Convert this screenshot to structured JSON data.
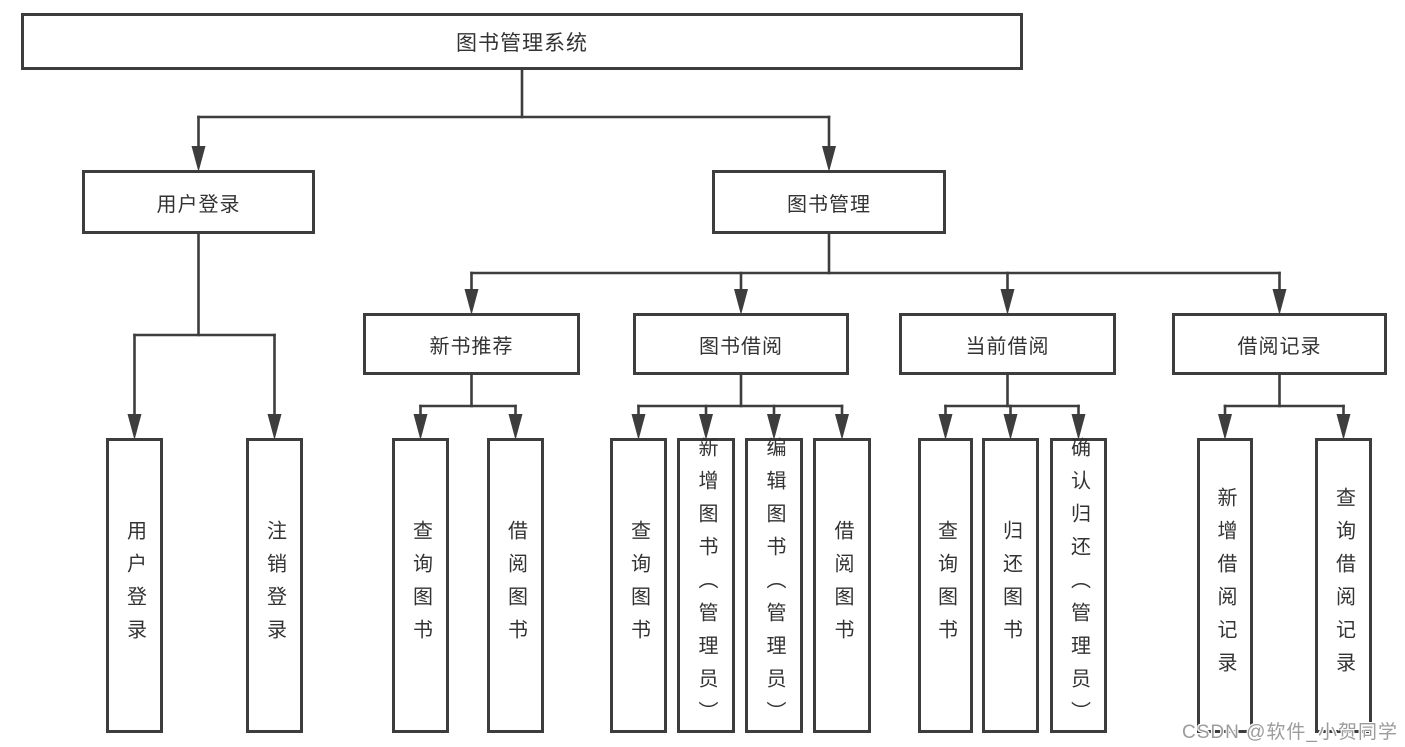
{
  "diagram": {
    "type": "tree",
    "nodes": [
      {
        "id": "root",
        "label": "图书管理系统",
        "parent": null,
        "orientation": "horizontal"
      },
      {
        "id": "user-login",
        "label": "用户登录",
        "parent": "root",
        "orientation": "horizontal"
      },
      {
        "id": "book-mgmt",
        "label": "图书管理",
        "parent": "root",
        "orientation": "horizontal"
      },
      {
        "id": "new-book-rec",
        "label": "新书推荐",
        "parent": "book-mgmt",
        "orientation": "horizontal"
      },
      {
        "id": "book-borrow",
        "label": "图书借阅",
        "parent": "book-mgmt",
        "orientation": "horizontal"
      },
      {
        "id": "current-borrow",
        "label": "当前借阅",
        "parent": "book-mgmt",
        "orientation": "horizontal"
      },
      {
        "id": "borrow-records",
        "label": "借阅记录",
        "parent": "book-mgmt",
        "orientation": "horizontal"
      },
      {
        "id": "leaf-user-login",
        "label": "用户登录",
        "parent": "user-login",
        "orientation": "vertical"
      },
      {
        "id": "leaf-logout",
        "label": "注销登录",
        "parent": "user-login",
        "orientation": "vertical"
      },
      {
        "id": "leaf-query-book-1",
        "label": "查询图书",
        "parent": "new-book-rec",
        "orientation": "vertical"
      },
      {
        "id": "leaf-borrow-book-1",
        "label": "借阅图书",
        "parent": "new-book-rec",
        "orientation": "vertical"
      },
      {
        "id": "leaf-query-book-2",
        "label": "查询图书",
        "parent": "book-borrow",
        "orientation": "vertical"
      },
      {
        "id": "leaf-add-book",
        "label": "新增图书（管理员）",
        "parent": "book-borrow",
        "orientation": "vertical"
      },
      {
        "id": "leaf-edit-book",
        "label": "编辑图书（管理员）",
        "parent": "book-borrow",
        "orientation": "vertical"
      },
      {
        "id": "leaf-borrow-book-2",
        "label": "借阅图书",
        "parent": "book-borrow",
        "orientation": "vertical"
      },
      {
        "id": "leaf-query-book-3",
        "label": "查询图书",
        "parent": "current-borrow",
        "orientation": "vertical"
      },
      {
        "id": "leaf-return-book",
        "label": "归还图书",
        "parent": "current-borrow",
        "orientation": "vertical"
      },
      {
        "id": "leaf-confirm-return",
        "label": "确认归还（管理员）",
        "parent": "current-borrow",
        "orientation": "vertical"
      },
      {
        "id": "leaf-add-borrow-record",
        "label": "新增借阅记录",
        "parent": "borrow-records",
        "orientation": "vertical"
      },
      {
        "id": "leaf-query-borrow-record",
        "label": "查询借阅记录",
        "parent": "borrow-records",
        "orientation": "vertical"
      }
    ]
  },
  "colors": {
    "line": "#3d3d3d",
    "text": "#333333",
    "background": "#ffffff",
    "watermark": "#9c9c9c"
  },
  "watermark": {
    "text": "CSDN @软件_小贺同学"
  }
}
